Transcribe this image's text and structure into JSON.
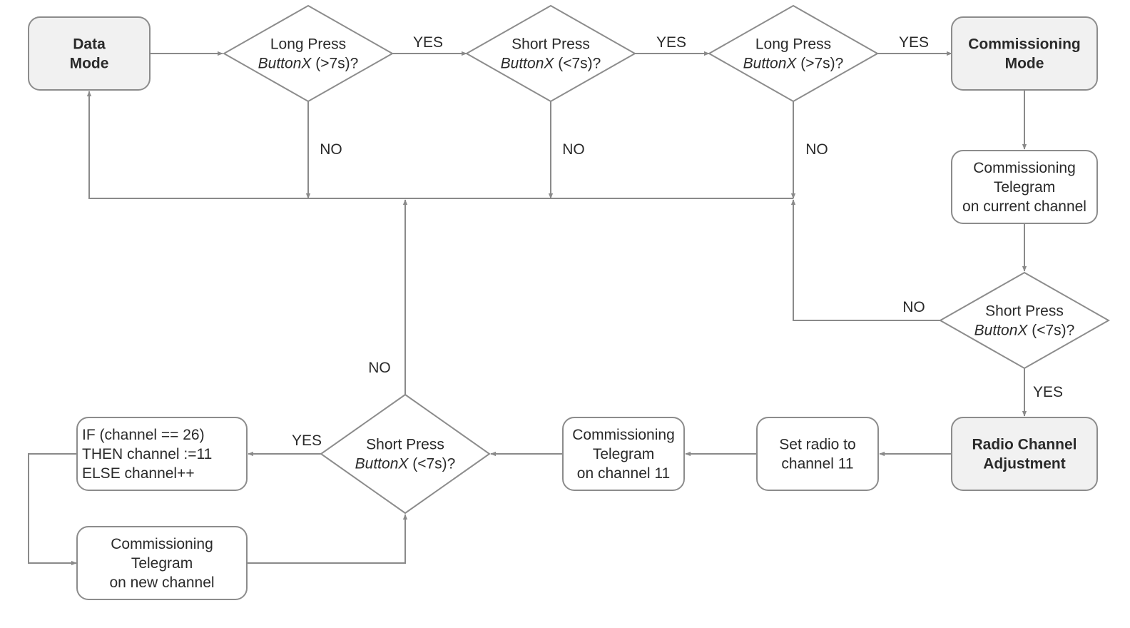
{
  "nodes": [
    {
      "id": "data_mode",
      "shape": "box",
      "bold": true,
      "lines": [
        {
          "text": "Data"
        },
        {
          "text": "Mode"
        }
      ]
    },
    {
      "id": "long_press_1",
      "shape": "diamond",
      "bold": false,
      "lines": [
        {
          "text": "Long Press"
        },
        {
          "text": "ButtonX",
          "italic": true,
          "rest": " (>7s)?"
        }
      ]
    },
    {
      "id": "short_press_1",
      "shape": "diamond",
      "bold": false,
      "lines": [
        {
          "text": "Short Press"
        },
        {
          "text": "ButtonX",
          "italic": true,
          "rest": " (<7s)?"
        }
      ]
    },
    {
      "id": "long_press_2",
      "shape": "diamond",
      "bold": false,
      "lines": [
        {
          "text": "Long Press"
        },
        {
          "text": "ButtonX",
          "italic": true,
          "rest": " (>7s)?"
        }
      ]
    },
    {
      "id": "commissioning_mode",
      "shape": "box",
      "bold": true,
      "lines": [
        {
          "text": "Commissioning"
        },
        {
          "text": "Mode"
        }
      ]
    },
    {
      "id": "telegram_current",
      "shape": "box",
      "bold": false,
      "lines": [
        {
          "text": "Commissioning"
        },
        {
          "text": "Telegram"
        },
        {
          "text": "on current channel"
        }
      ]
    },
    {
      "id": "short_press_2",
      "shape": "diamond",
      "bold": false,
      "lines": [
        {
          "text": "Short Press"
        },
        {
          "text": "ButtonX",
          "italic": true,
          "rest": " (<7s)?"
        }
      ]
    },
    {
      "id": "radio_channel_adjustment",
      "shape": "box",
      "bold": true,
      "lines": [
        {
          "text": "Radio Channel"
        },
        {
          "text": "Adjustment"
        }
      ]
    },
    {
      "id": "set_radio",
      "shape": "box",
      "bold": false,
      "lines": [
        {
          "text": "Set radio to"
        },
        {
          "text": "channel 11"
        }
      ]
    },
    {
      "id": "telegram_11",
      "shape": "box",
      "bold": false,
      "lines": [
        {
          "text": "Commissioning"
        },
        {
          "text": "Telegram"
        },
        {
          "text": "on channel 11"
        }
      ]
    },
    {
      "id": "short_press_3",
      "shape": "diamond",
      "bold": false,
      "lines": [
        {
          "text": "Short Press"
        },
        {
          "text": "ButtonX",
          "italic": true,
          "rest": " (<7s)?"
        }
      ]
    },
    {
      "id": "if_channel",
      "shape": "box",
      "bold": false,
      "align": "left",
      "lines": [
        {
          "text": "IF (channel == 26)"
        },
        {
          "text": "THEN channel :=11"
        },
        {
          "text": "ELSE channel++"
        }
      ]
    },
    {
      "id": "telegram_new",
      "shape": "box",
      "bold": false,
      "lines": [
        {
          "text": "Commissioning"
        },
        {
          "text": "Telegram"
        },
        {
          "text": "on new channel"
        }
      ]
    }
  ],
  "edge_labels": [
    {
      "id": "yes_1",
      "text": "YES"
    },
    {
      "id": "yes_2",
      "text": "YES"
    },
    {
      "id": "yes_3",
      "text": "YES"
    },
    {
      "id": "no_1",
      "text": "NO"
    },
    {
      "id": "no_2",
      "text": "NO"
    },
    {
      "id": "no_3",
      "text": "NO"
    },
    {
      "id": "no_4",
      "text": "NO"
    },
    {
      "id": "yes_4",
      "text": "YES"
    },
    {
      "id": "yes_5",
      "text": "YES"
    },
    {
      "id": "no_5",
      "text": "NO"
    }
  ],
  "colors": {
    "stroke": "#8c8c8c",
    "bold_fill": "#f1f1f1",
    "text": "#2a2a2a"
  }
}
